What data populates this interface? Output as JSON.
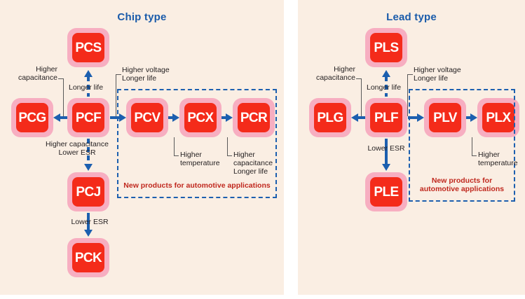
{
  "colors": {
    "panel_background": "#faeee3",
    "box_border_pink": "#f7aec1",
    "box_fill_red": "#f42b1a",
    "arrow_blue": "#1c5faf",
    "title_blue": "#1a5baa",
    "dashed_box_blue": "#1c5faf",
    "callout_red": "#c0281e",
    "annotation_text": "#231f20"
  },
  "panels": [
    {
      "id": "chip",
      "title": "Chip type",
      "boxes": [
        {
          "name": "PCS"
        },
        {
          "name": "PCG"
        },
        {
          "name": "PCF"
        },
        {
          "name": "PCV"
        },
        {
          "name": "PCX"
        },
        {
          "name": "PCR"
        },
        {
          "name": "PCJ"
        },
        {
          "name": "PCK"
        }
      ],
      "annotations": [
        {
          "id": "higher-capacitance-left",
          "line1": "Higher",
          "line2": "capacitance"
        },
        {
          "id": "longer-life-up",
          "line1": "Longer life"
        },
        {
          "id": "higher-voltage-longer-life",
          "line1": "Higher voltage",
          "line2": "Longer life"
        },
        {
          "id": "higher-capacitance-lower-esr",
          "line1": "Higher capacitance",
          "line2": "Lower ESR"
        },
        {
          "id": "lower-esr",
          "line1": "Lower ESR"
        },
        {
          "id": "higher-temperature",
          "line1": "Higher",
          "line2": "temperature"
        },
        {
          "id": "higher-capacitance-longer-life",
          "line1": "Higher",
          "line2": "capacitance",
          "line3": "Longer life"
        }
      ],
      "dashed_group_label": {
        "line1": "New products for automotive applications"
      }
    },
    {
      "id": "lead",
      "title": "Lead type",
      "boxes": [
        {
          "name": "PLS"
        },
        {
          "name": "PLG"
        },
        {
          "name": "PLF"
        },
        {
          "name": "PLV"
        },
        {
          "name": "PLX"
        },
        {
          "name": "PLE"
        }
      ],
      "annotations": [
        {
          "id": "higher-capacitance-left",
          "line1": "Higher",
          "line2": "capacitance"
        },
        {
          "id": "longer-life-up",
          "line1": "Longer life"
        },
        {
          "id": "higher-voltage-longer-life",
          "line1": "Higher voltage",
          "line2": "Longer life"
        },
        {
          "id": "lower-esr",
          "line1": "Lower ESR"
        },
        {
          "id": "higher-temperature",
          "line1": "Higher",
          "line2": "temperature"
        }
      ],
      "dashed_group_label": {
        "line1": "New products for",
        "line2": "automotive applications"
      }
    }
  ]
}
